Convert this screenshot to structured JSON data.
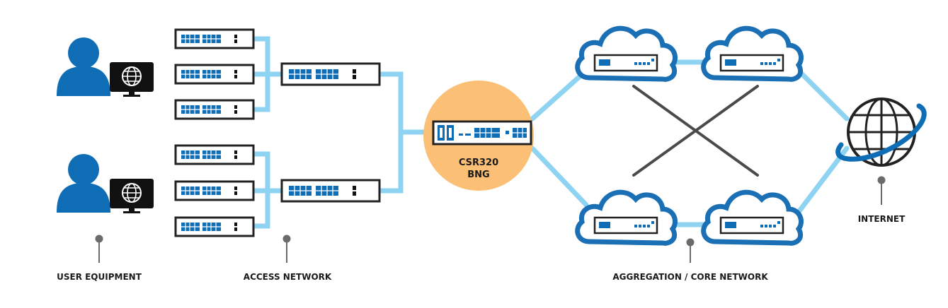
{
  "labels": {
    "user_equipment": "USER EQUIPMENT",
    "access_network": "ACCESS NETWORK",
    "aggregation_core": "AGGREGATION / CORE NETWORK",
    "internet": "INTERNET"
  },
  "bng": {
    "model": "CSR320",
    "role": "BNG"
  },
  "colors": {
    "link": "#8fd3f2",
    "device_blue": "#0f6db6",
    "cloud_stroke": "#1a6fb5",
    "bng_circle": "#fbbf76",
    "cross_link": "#4a4a4a",
    "label_dot": "#6b6b6b"
  },
  "icons": {
    "user": "user-icon",
    "monitor": "globe-monitor-icon",
    "switch": "switch-icon",
    "cloud": "cloud-icon",
    "internet": "globe-icon"
  }
}
